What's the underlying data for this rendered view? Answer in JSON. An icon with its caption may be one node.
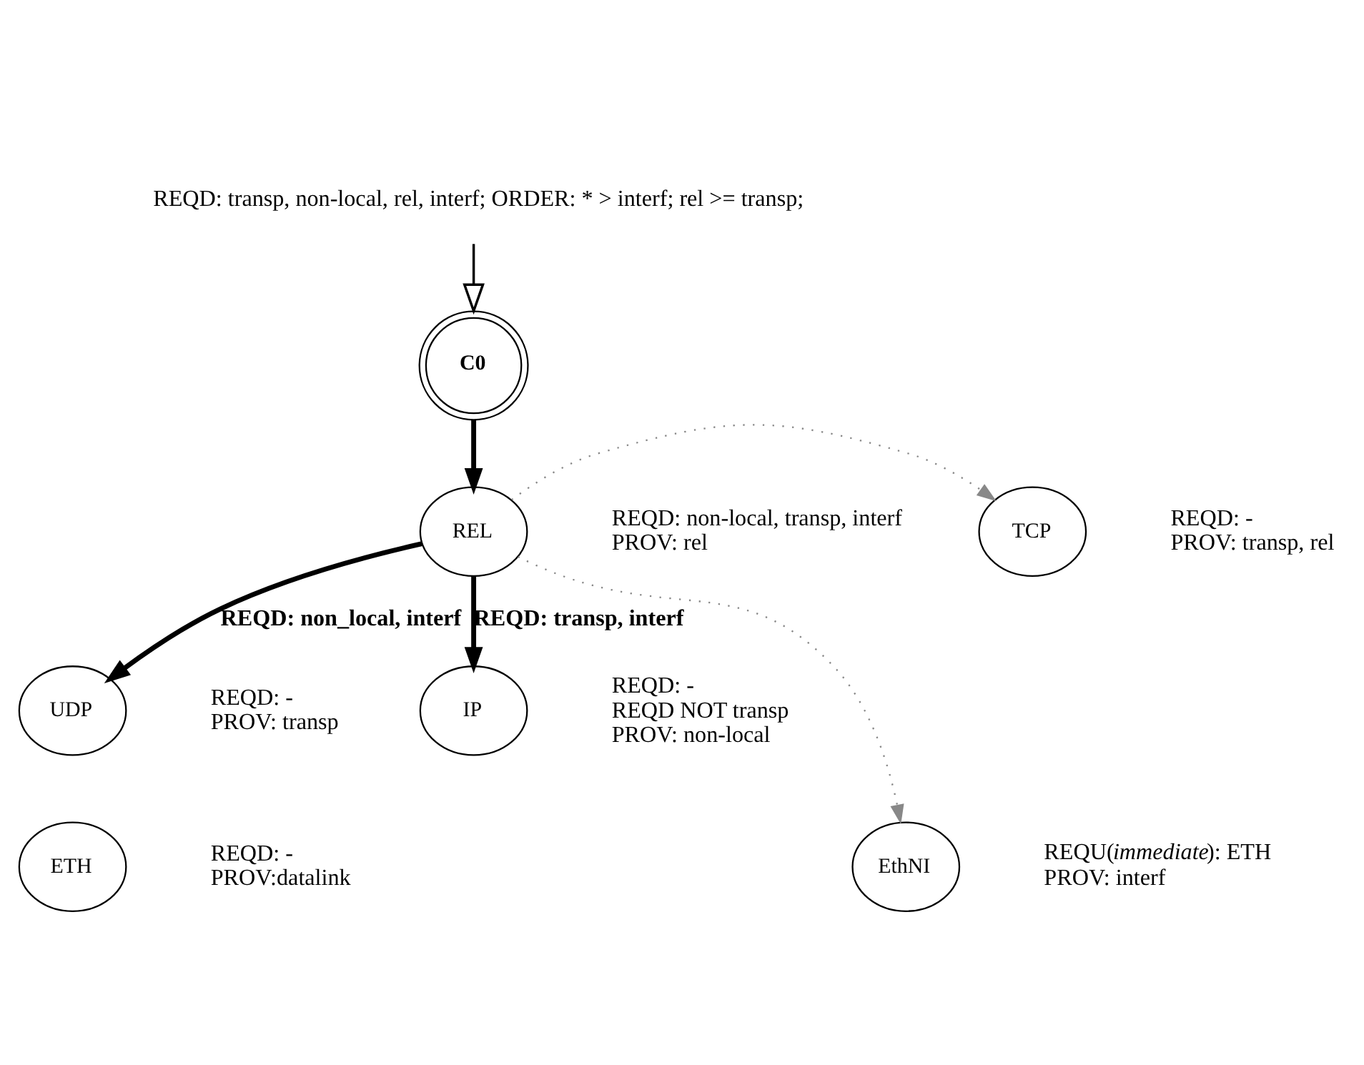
{
  "diagram": {
    "nodes": [
      {
        "text": [
          "REQD: transp, non-local, rel, interf; ORDER: * > interf; rel >= transp;"
        ]
      },
      {
        "text": [
          "C0"
        ]
      },
      {
        "text": [
          "REL"
        ],
        "beside": [
          "REQD: non-local, transp, interf",
          "PROV: rel"
        ]
      },
      {
        "text": [
          "TCP"
        ],
        "beside": [
          "REQD: -",
          "PROV: transp, rel"
        ]
      },
      {
        "text": [
          "UDP"
        ],
        "beside": [
          "REQD: -",
          "PROV: transp"
        ]
      },
      {
        "text": [
          "IP"
        ],
        "beside": [
          "REQD: -",
          "REQD NOT transp",
          "PROV: non-local"
        ]
      },
      {
        "text": [
          "ETH"
        ],
        "beside": [
          "REQD: -",
          "PROV:datalink"
        ]
      },
      {
        "text": [
          "EthNI"
        ],
        "beside": [
          "REQU(*immediate*): ETH",
          "PROV: interf"
        ]
      }
    ],
    "edges": [
      {
        "from": 0,
        "to": 1,
        "arrow": "to"
      },
      {
        "from": 1,
        "to": 2,
        "arrow": "to",
        "style": "thick"
      },
      {
        "from": 2,
        "to": 3,
        "arrow": "to",
        "style": "dashed",
        "color": "#888888"
      },
      {
        "from": 2,
        "to": 4,
        "arrow": "to",
        "style": "thick",
        "label": "REQD: non_local, interf"
      },
      {
        "from": 2,
        "to": 5,
        "arrow": "to",
        "style": "thick",
        "label": "REQD: transp, interf"
      },
      {
        "from": 2,
        "to": 7,
        "arrow": "to",
        "style": "dashed",
        "color": "#888888"
      }
    ]
  }
}
